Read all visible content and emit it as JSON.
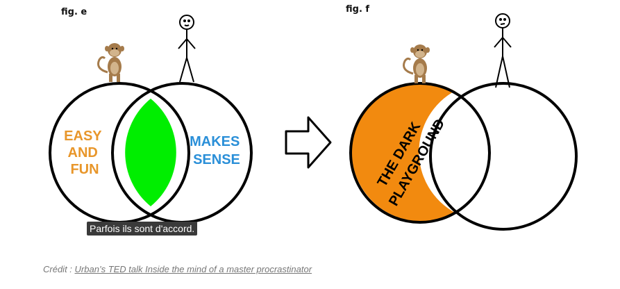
{
  "figures": {
    "left": {
      "label": "fig. e",
      "circle_left_text": [
        "EASY",
        "AND",
        "FUN"
      ],
      "circle_right_text": [
        "MAKES",
        "SENSE"
      ],
      "caption": "Parfois ils sont d'accord."
    },
    "right": {
      "label": "fig. f",
      "region_text": [
        "THE DARK",
        "PLAYGROUND"
      ]
    }
  },
  "credit": {
    "prefix": "Crédit : ",
    "link_text": "Urban’s TED talk Inside the mind of a master procrastinator"
  },
  "colors": {
    "overlap_green": "#00ee00",
    "dark_playground_orange": "#f28a0f",
    "easy_fun_text": "#e8962a",
    "makes_sense_text": "#2a8fd8"
  }
}
